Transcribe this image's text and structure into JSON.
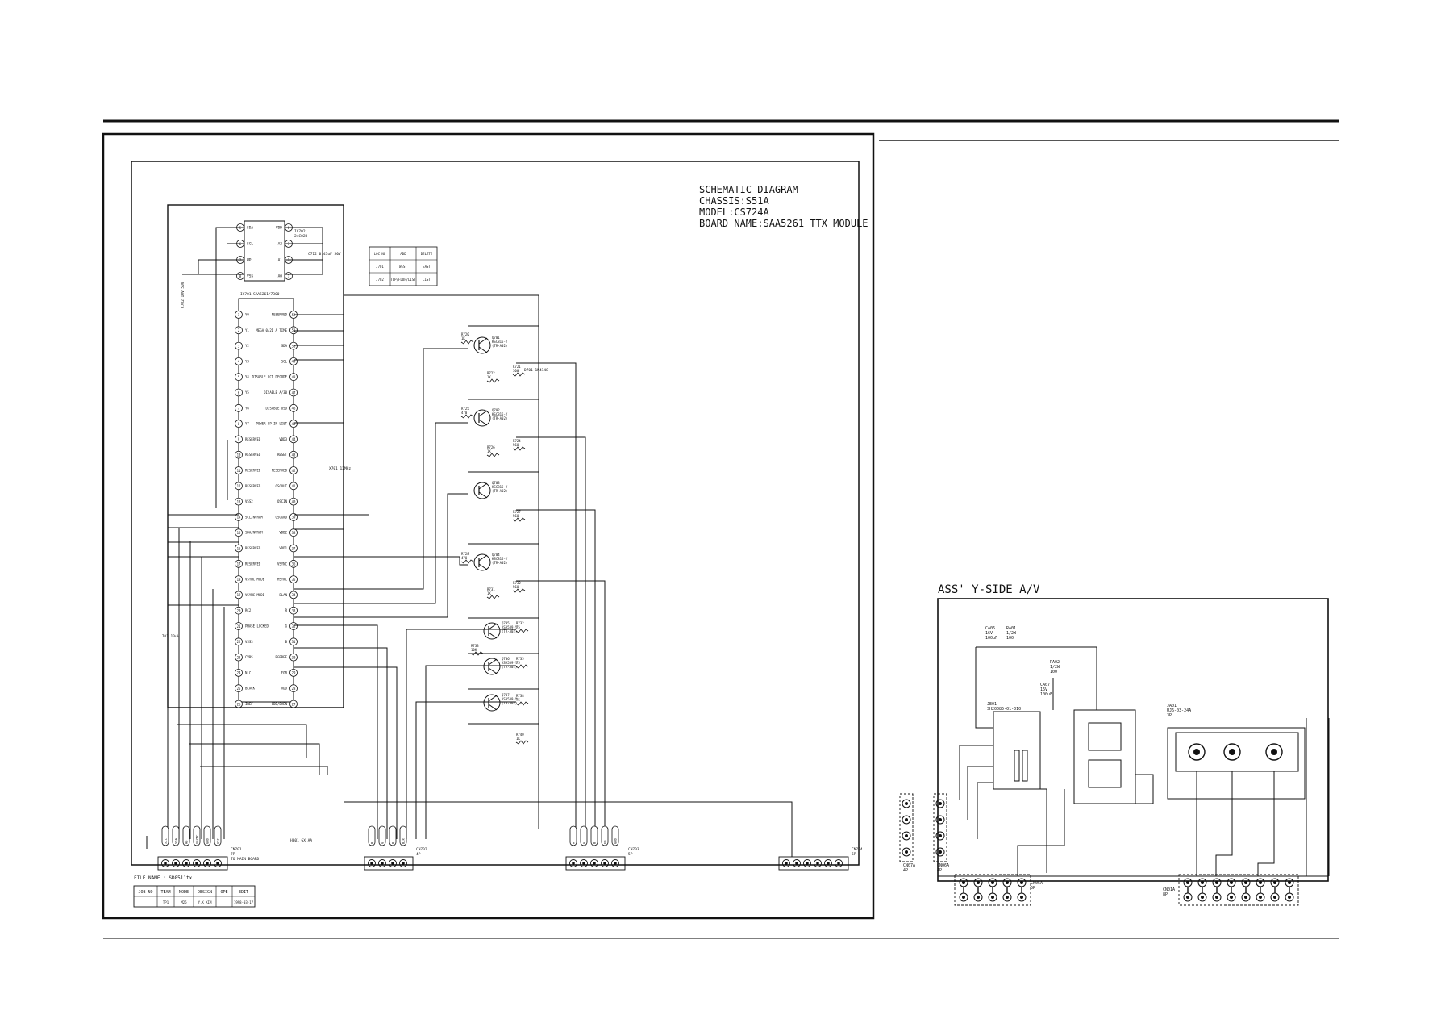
{
  "title_block": {
    "lines": [
      "SCHEMATIC DIAGRAM",
      "CHASSIS:S51A",
      "MODEL:CS724A",
      "BOARD NAME:SAA5261 TTX MODULE"
    ]
  },
  "ic_eeprom": {
    "label": "IC702",
    "part": "24C02B",
    "left_pins": [
      {
        "num": "5",
        "name": "SDA"
      },
      {
        "num": "6",
        "name": "SCL"
      },
      {
        "num": "7",
        "name": "WP"
      },
      {
        "num": "8",
        "name": "VSS"
      }
    ],
    "right_pins": [
      {
        "num": "8",
        "name": "VDD"
      },
      {
        "num": "3",
        "name": "A2"
      },
      {
        "num": "2",
        "name": "A1"
      },
      {
        "num": "1",
        "name": "A0"
      }
    ]
  },
  "ic_main": {
    "label": "IC701",
    "part": "SAA5261/7300",
    "left_pins": [
      {
        "num": "1",
        "name": "Y0"
      },
      {
        "num": "2",
        "name": "Y1"
      },
      {
        "num": "3",
        "name": "Y2"
      },
      {
        "num": "4",
        "name": "Y3"
      },
      {
        "num": "5",
        "name": "Y4"
      },
      {
        "num": "6",
        "name": "Y5"
      },
      {
        "num": "7",
        "name": "Y6"
      },
      {
        "num": "8",
        "name": "Y7"
      },
      {
        "num": "9",
        "name": "RESERVED"
      },
      {
        "num": "10",
        "name": "RESERVED"
      },
      {
        "num": "11",
        "name": "RESERVED"
      },
      {
        "num": "12",
        "name": "RESERVED"
      },
      {
        "num": "13",
        "name": "VSS2"
      },
      {
        "num": "14",
        "name": "SCL/NVRAM"
      },
      {
        "num": "15",
        "name": "SDA/NVRAM"
      },
      {
        "num": "16",
        "name": "RESERVED"
      },
      {
        "num": "17",
        "name": "RESERVED"
      },
      {
        "num": "18",
        "name": "VSYNC MODE"
      },
      {
        "num": "19",
        "name": "VSYNC MODE"
      },
      {
        "num": "20",
        "name": "RC2"
      },
      {
        "num": "21",
        "name": "PHASE LOCKED"
      },
      {
        "num": "22",
        "name": "VSS3"
      },
      {
        "num": "23",
        "name": "CVBS"
      },
      {
        "num": "24",
        "name": "N.C"
      },
      {
        "num": "25",
        "name": "BLACK"
      },
      {
        "num": "26",
        "name": "IREF"
      }
    ],
    "right_pins": [
      {
        "num": "52",
        "name": "RESERVED"
      },
      {
        "num": "51",
        "name": "MEGA 0/2D A TIME"
      },
      {
        "num": "50",
        "name": "SDA"
      },
      {
        "num": "49",
        "name": "SCL"
      },
      {
        "num": "48",
        "name": "DISABLE LCD DECODE"
      },
      {
        "num": "47",
        "name": "DISABLE A/30"
      },
      {
        "num": "46",
        "name": "DISABLE OSD"
      },
      {
        "num": "45",
        "name": "POWER UP IN LIST"
      },
      {
        "num": "44",
        "name": "VDD3"
      },
      {
        "num": "43",
        "name": "RESET"
      },
      {
        "num": "42",
        "name": "RESERVED"
      },
      {
        "num": "41",
        "name": "OSCOUT"
      },
      {
        "num": "40",
        "name": "OSCIN"
      },
      {
        "num": "39",
        "name": "OSCGND"
      },
      {
        "num": "38",
        "name": "VDD2"
      },
      {
        "num": "37",
        "name": "VDD1"
      },
      {
        "num": "36",
        "name": "VSYNC"
      },
      {
        "num": "35",
        "name": "HSYNC"
      },
      {
        "num": "34",
        "name": "BLAN"
      },
      {
        "num": "33",
        "name": "R"
      },
      {
        "num": "32",
        "name": "G"
      },
      {
        "num": "31",
        "name": "B"
      },
      {
        "num": "30",
        "name": "RGBREF"
      },
      {
        "num": "29",
        "name": "FOR"
      },
      {
        "num": "28",
        "name": "VDD"
      },
      {
        "num": "27",
        "name": "ODD/EVEN"
      }
    ]
  },
  "option_table": {
    "header": [
      "LOC NO",
      "ADD",
      "DELETE"
    ],
    "rows": [
      [
        "J701",
        "WEST",
        "EAST"
      ],
      [
        "J702",
        "TOP/FLOF/LIST",
        "LIST"
      ]
    ]
  },
  "transistors": [
    {
      "label": "Q701",
      "part": "KSC815-Y",
      "sub": "(TR-A02)"
    },
    {
      "label": "Q702",
      "part": "KSC815-Y",
      "sub": "(TR-A02)"
    },
    {
      "label": "Q703",
      "part": "KSC815-Y",
      "sub": "(TR-A02)"
    },
    {
      "label": "Q704",
      "part": "KSC815-Y",
      "sub": "(TR-A02)"
    },
    {
      "label": "Q705",
      "part": "KSA539-Y",
      "sub": "(TR-A02)"
    },
    {
      "label": "Q706",
      "part": "KSA539-Y",
      "sub": "(TR-A02)"
    },
    {
      "label": "Q707",
      "part": "KSA539-Y",
      "sub": "(TR-A02)"
    }
  ],
  "resistor_labels": [
    {
      "label": "R720",
      "value": "1K"
    },
    {
      "label": "R721",
      "value": "300"
    },
    {
      "label": "R722",
      "value": "1K"
    },
    {
      "label": "R725",
      "value": "470"
    },
    {
      "label": "R724",
      "value": "560"
    },
    {
      "label": "R726",
      "value": "1K"
    },
    {
      "label": "R727",
      "value": "560"
    },
    {
      "label": "R728",
      "value": "470"
    },
    {
      "label": "R730",
      "value": "560"
    },
    {
      "label": "R731",
      "value": "1K"
    },
    {
      "label": "R732",
      "value": "75"
    },
    {
      "label": "R733",
      "value": "10K"
    },
    {
      "label": "R735",
      "value": "75"
    },
    {
      "label": "R738",
      "value": "75"
    },
    {
      "label": "R740",
      "value": "1K"
    }
  ],
  "connectors_left": [
    {
      "label": "CN701",
      "sub": "7P",
      "note": "TO MAIN BOARD",
      "pins": [
        "SCL",
        "SDA",
        "HS",
        "VSYNC",
        "GND",
        "VCC"
      ]
    },
    {
      "label": "CN702",
      "sub": "4P",
      "note": "",
      "pins": [
        "R",
        "G",
        "B",
        "BLK"
      ]
    },
    {
      "label": "CN703",
      "sub": "5P",
      "note": "",
      "pins": [
        "R",
        "G",
        "B",
        "FB",
        "GND"
      ]
    },
    {
      "label": "CN704",
      "sub": "6P",
      "note": "",
      "pins": []
    }
  ],
  "file_block": {
    "file_name_label": "FILE NAME : SD8511tx",
    "headers": [
      "JOB-NO",
      "TEAM",
      "NODE",
      "DESIGN",
      "OPE",
      "EDIT"
    ],
    "values": [
      "",
      "TP1",
      "M25",
      "Y.K KIM",
      "",
      "1998-03-17"
    ]
  },
  "misc_labels": {
    "c712": "C712 0.47uF 50V",
    "c702": "C702 10V 50V",
    "x701": "X701 12MHz",
    "l701": "L701 10uH",
    "d701": "D701 1N4148",
    "gnd_label": "H801 GX AA"
  },
  "side_av": {
    "title": "ASS' Y-SIDE A/V",
    "jack_label": "JA01",
    "jack_part": "UJ6-03-24A",
    "jack_sub": "3P",
    "switch_label": "JE01",
    "switch_part": "SH20085-01-010",
    "ca06": [
      "CA06",
      "16V",
      "100uF"
    ],
    "ra01": [
      "RA01",
      "1/2W",
      "100"
    ],
    "ra02": [
      "RA02",
      "1/2W",
      "100"
    ],
    "ca07": [
      "CA07",
      "16V",
      "100uF"
    ],
    "cn_left_a": {
      "label": "CN07A",
      "sub": "4P"
    },
    "cn_left_b": {
      "label": "CN06A",
      "sub": "4P"
    },
    "cn_bottom_a": {
      "label": "CN05A",
      "sub": "5P"
    },
    "cn_bottom_b": {
      "label": "CN01A",
      "sub": "8P"
    }
  }
}
